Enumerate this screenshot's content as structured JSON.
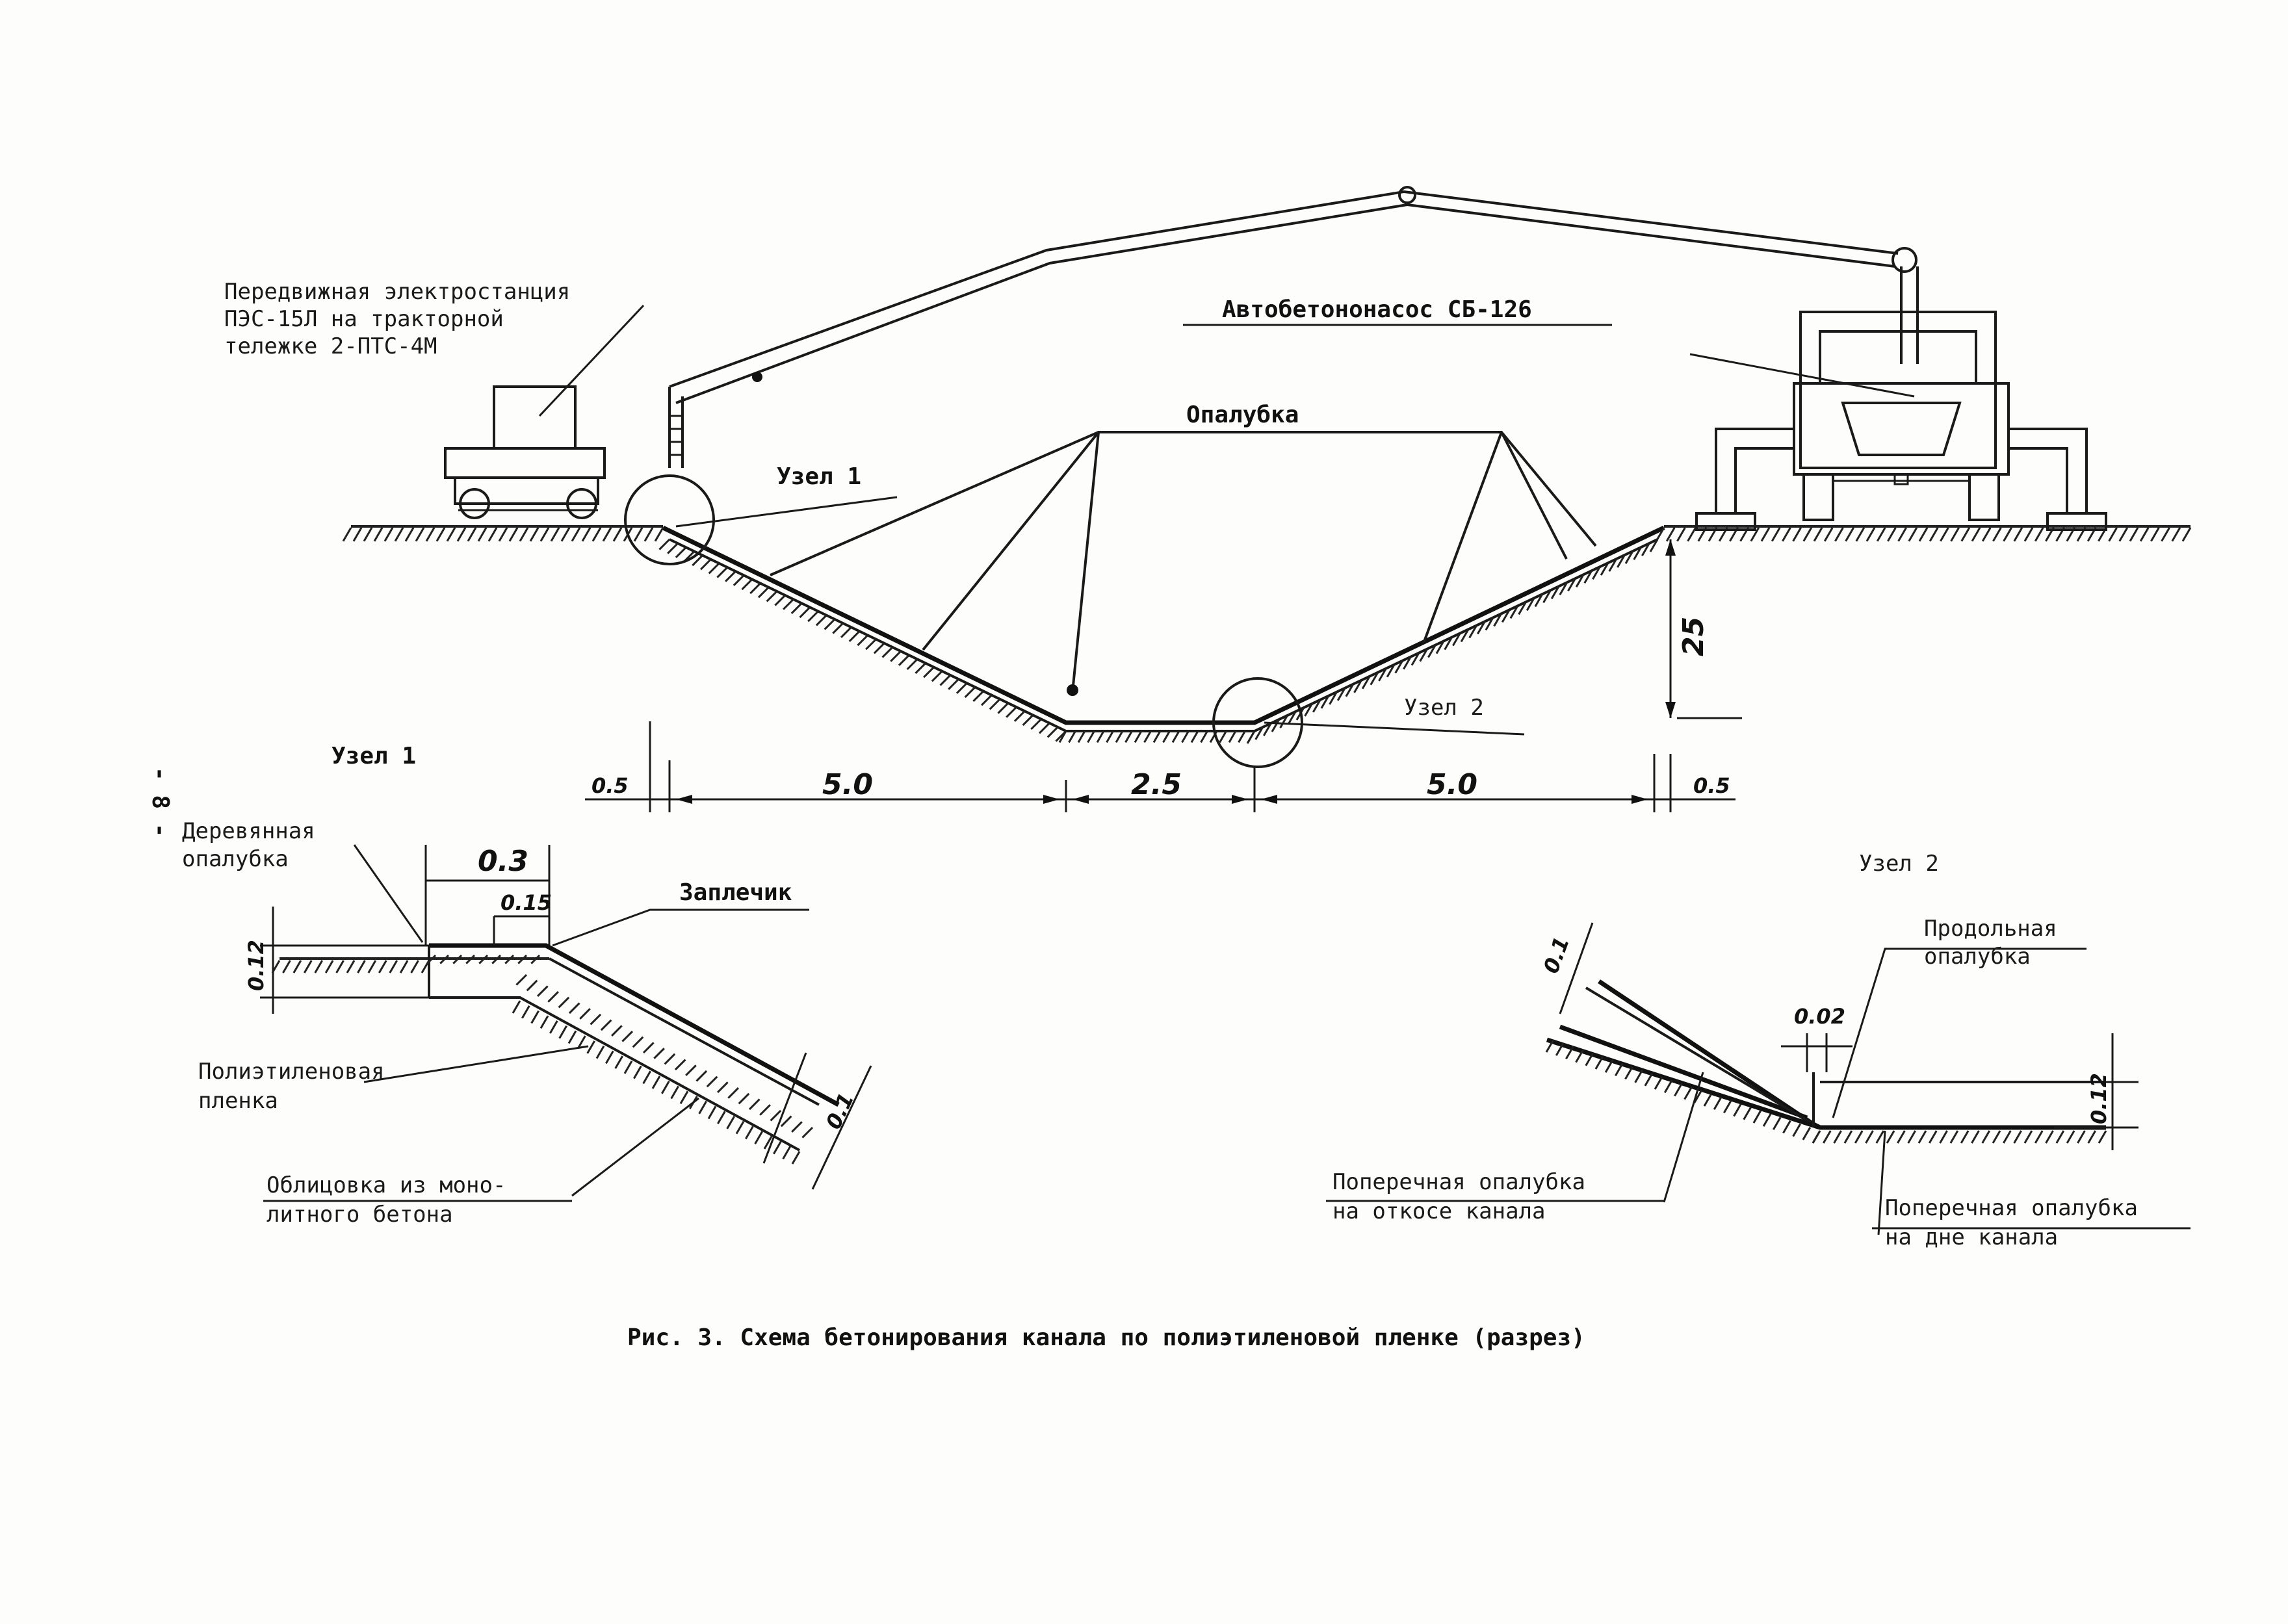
{
  "page_number": "- 8 -",
  "main_section": {
    "power_station_label": [
      "Передвижная электростанция",
      "ПЭС-15Л на тракторной",
      "тележке 2-ПТС-4М"
    ],
    "pump_label": "Автобетононасос СБ-126",
    "formwork_label": "Опалубка",
    "node1_label": "Узел 1",
    "node2_label": "Узел 2",
    "depth_dim": "25",
    "dims": [
      "0.5",
      "5.0",
      "2.5",
      "5.0",
      "0.5"
    ]
  },
  "node1_detail": {
    "title": "Узел 1",
    "wood_formwork_label": [
      "Деревянная",
      "опалубка"
    ],
    "shoulder_label": "Заплечик",
    "film_label": [
      "Полиэтиленовая",
      "пленка"
    ],
    "lining_label": [
      "Облицовка из моно-",
      "литного бетона"
    ],
    "dim_top": "0.3",
    "dim_inner": "0.15",
    "dim_height": "0.12",
    "dim_thickness": "0.1"
  },
  "node2_detail": {
    "title": "Узел 2",
    "long_formwork_label": [
      "Продольная",
      "опалубка"
    ],
    "slope_formwork_label": [
      "Поперечная опалубка",
      "на откосе канала"
    ],
    "bottom_formwork_label": [
      "Поперечная опалубка",
      "на дне канала"
    ],
    "dim_slope": "0.1",
    "dim_gap": "0.02",
    "dim_height": "0.12"
  },
  "caption": "Рис. 3. Схема бетонирования канала по полиэтиленовой пленке (разрез)"
}
